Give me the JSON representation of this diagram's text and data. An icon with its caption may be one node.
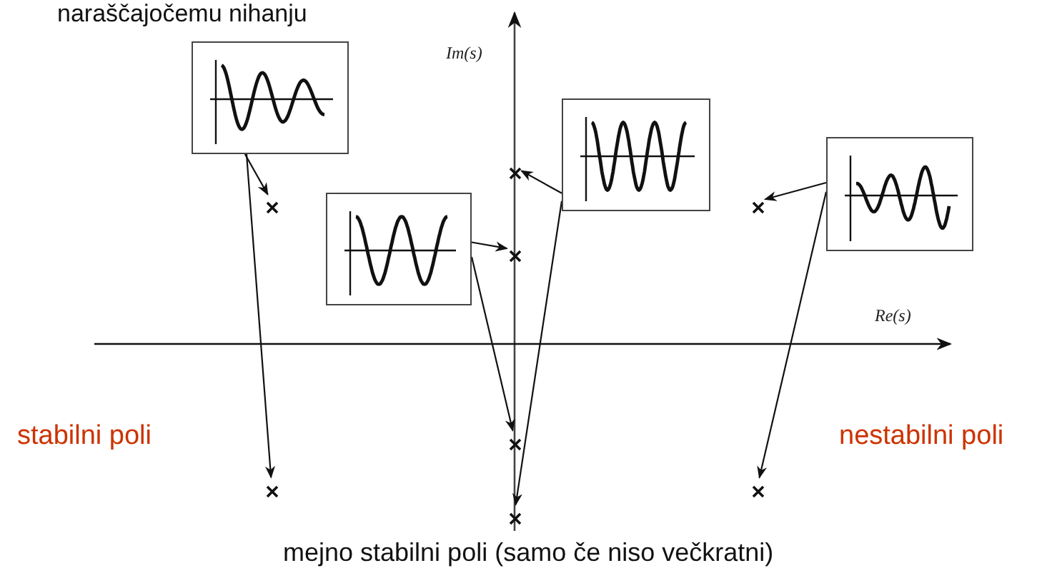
{
  "diagram": {
    "title": "naraščajočemu nihanju",
    "nodes": [
      {
        "text": [],
        "shape": "picture"
      },
      {
        "text": [],
        "shape": "picture"
      },
      {
        "text": [],
        "shape": "picture"
      },
      {
        "text": [],
        "shape": "picture"
      },
      {
        "text": [],
        "shape": "cross"
      },
      {
        "text": [],
        "shape": "cross"
      },
      {
        "text": [],
        "shape": "cross"
      },
      {
        "text": [],
        "shape": "cross"
      },
      {
        "text": [],
        "shape": "cross"
      },
      {
        "text": [],
        "shape": "cross"
      },
      {
        "text": [],
        "shape": "cross"
      },
      {
        "text": [],
        "shape": "cross"
      }
    ],
    "edges": [
      {
        "from": 0,
        "to": 5,
        "arrow": "to"
      },
      {
        "from": 0,
        "to": 10,
        "arrow": "to"
      },
      {
        "from": 1,
        "to": 7,
        "arrow": "to"
      },
      {
        "from": 1,
        "to": 9,
        "arrow": "to"
      },
      {
        "from": 2,
        "to": 4,
        "arrow": "to"
      },
      {
        "from": 2,
        "to": 11,
        "arrow": "to"
      },
      {
        "from": 3,
        "to": 6,
        "arrow": "to"
      },
      {
        "from": 3,
        "to": 8,
        "arrow": "to"
      }
    ],
    "labels": [
      "Im(s)",
      "Re(s)",
      "stabilni poli",
      "nestabilni poli",
      "mejno stabilni poli (samo če niso večkratni)"
    ]
  }
}
